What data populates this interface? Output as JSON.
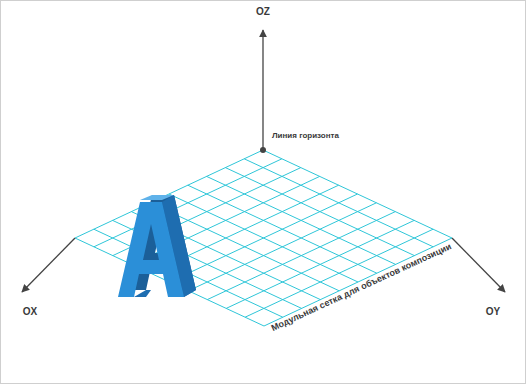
{
  "diagram": {
    "labels": [
      "OZ",
      "Линия горизонта",
      "OX",
      "OY",
      "Модульная сетка для объектов композиции"
    ]
  }
}
